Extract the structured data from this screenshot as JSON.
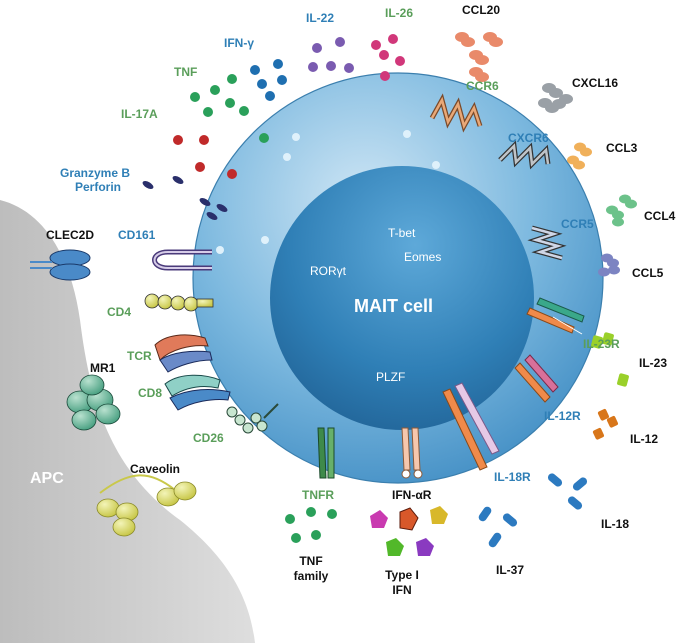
{
  "colors": {
    "cell_outer": "#6fb0d8",
    "cell_inner": "#2f7fb6",
    "apc": "#d2d2d2",
    "label_green": "#5a9e5a",
    "label_blue": "#2f7fb6"
  },
  "cell": {
    "title": "MAIT cell",
    "nuclear_factors": {
      "t_bet": "T-bet",
      "eomes": "Eomes",
      "ror": "RORγt",
      "plzf": "PLZF"
    }
  },
  "apc": {
    "label": "APC",
    "clec2d": "CLEC2D",
    "mr1": "MR1",
    "caveolin": "Caveolin"
  },
  "receptors": {
    "cd161": "CD161",
    "cd4": "CD4",
    "tcr": "TCR",
    "cd8": "CD8",
    "cd26": "CD26",
    "tnfr": "TNFR",
    "ifnar": "IFN-αR",
    "il18r": "IL-18R",
    "il12r": "IL-12R",
    "il23r": "IL-23R",
    "ccr5": "CCR5",
    "cxcr6": "CXCR6",
    "ccr6": "CCR6"
  },
  "secreted": {
    "granzyme_b": "Granzyme B",
    "perforin": "Perforin",
    "il17a": "IL-17A",
    "tnf": "TNF",
    "ifng": "IFN-γ",
    "il22": "IL-22",
    "il26": "IL-26"
  },
  "ligands": {
    "ccl20": "CCL20",
    "cxcl16": "CXCL16",
    "ccl3": "CCL3",
    "ccl4": "CCL4",
    "ccl5": "CCL5",
    "il23": "IL-23",
    "il12": "IL-12",
    "il18": "IL-18",
    "il37": "IL-37",
    "tnf_family_1": "TNF",
    "tnf_family_2": "family",
    "type1_ifn_1": "Type I",
    "type1_ifn_2": "IFN"
  }
}
